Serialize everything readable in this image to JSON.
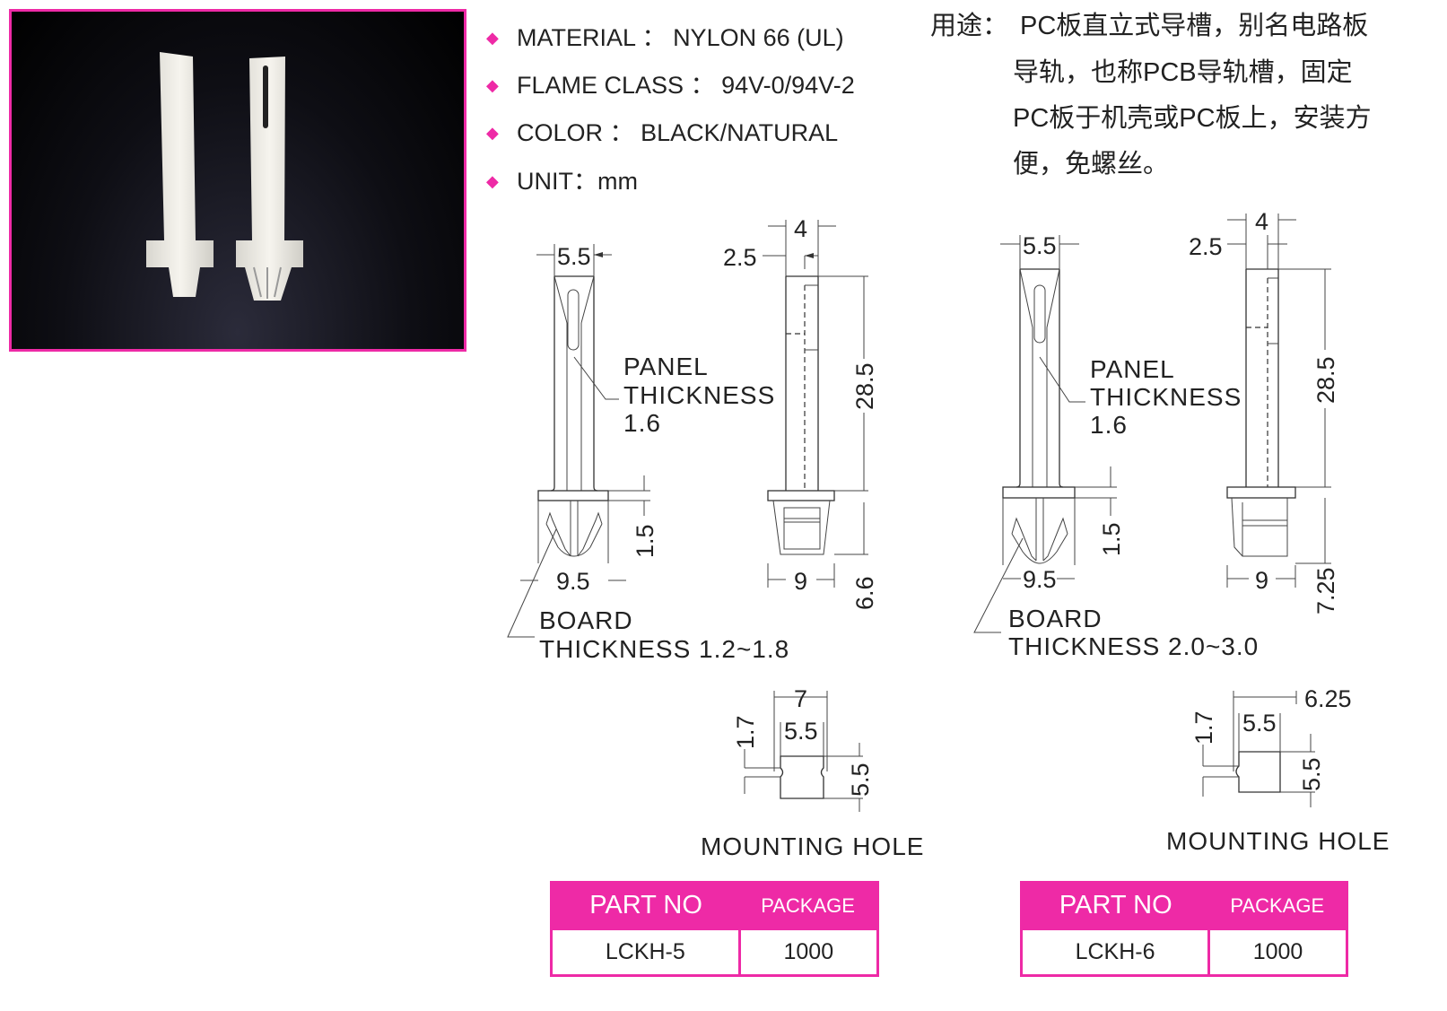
{
  "specs": [
    {
      "label": "MATERIAL",
      "sep": "：",
      "value": "NYLON 66 (UL)"
    },
    {
      "label": "FLAME CLASS",
      "sep": "：",
      "value": "94V-0/94V-2"
    },
    {
      "label": "COLOR",
      "sep": "：",
      "value": "BLACK/NATURAL"
    },
    {
      "label": "UNIT",
      "sep": "：",
      "value": "mm"
    }
  ],
  "usage": {
    "label": "用途：",
    "lines": [
      "PC板直立式导槽，别名电路板",
      "导轨，也称PCB导轨槽，固定",
      "PC板于机壳或PC板上，安装方",
      "便，免螺丝。"
    ]
  },
  "drawings": [
    {
      "dims": {
        "top_width": "5.5",
        "side_width": "4",
        "side_offset": "2.5",
        "height": "28.5",
        "flange": "1.5",
        "base_width": "9.5",
        "side_base_width": "9",
        "leg_height": "6.6"
      },
      "panel": [
        "PANEL",
        "THICKNESS",
        "1.6"
      ],
      "board": [
        "BOARD",
        "THICKNESS  1.2~1.8"
      ],
      "hole": {
        "outer": "7",
        "inner": "5.5",
        "notch": "1.7",
        "height": "5.5",
        "label": "MOUNTING  HOLE"
      },
      "table": {
        "h1": "PART NO",
        "h2": "PACKAGE",
        "part": "LCKH-5",
        "package": "1000"
      }
    },
    {
      "dims": {
        "top_width": "5.5",
        "side_width": "4",
        "side_offset": "2.5",
        "height": "28.5",
        "flange": "1.5",
        "base_width": "9.5",
        "side_base_width": "9",
        "leg_height": "7.25"
      },
      "panel": [
        "PANEL",
        "THICKNESS",
        "1.6"
      ],
      "board": [
        "BOARD",
        "THICKNESS  2.0~3.0"
      ],
      "hole": {
        "outer": "6.25",
        "inner": "5.5",
        "notch": "1.7",
        "height": "5.5",
        "label": "MOUNTING  HOLE"
      },
      "table": {
        "h1": "PART NO",
        "h2": "PACKAGE",
        "part": "LCKH-6",
        "package": "1000"
      }
    }
  ],
  "colors": {
    "accent": "#ee2aa6"
  }
}
